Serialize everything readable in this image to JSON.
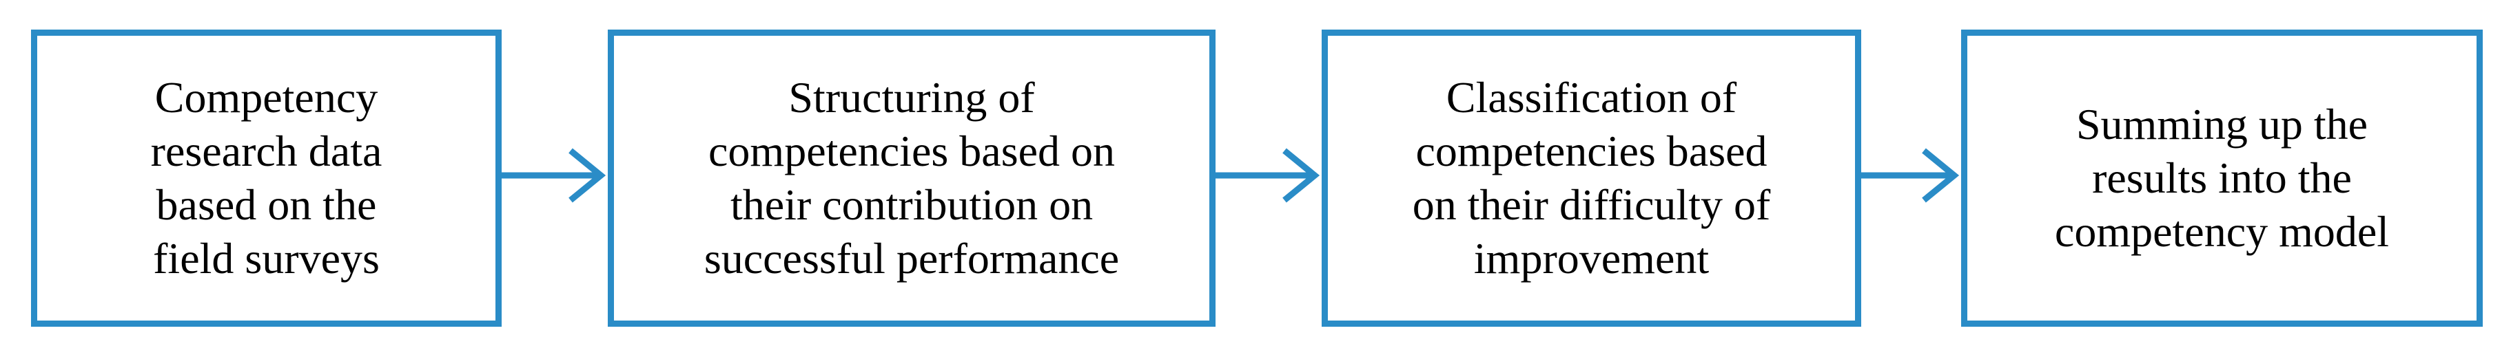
{
  "diagram": {
    "colors": {
      "border": "#2a8cc7",
      "arrow": "#2a8cc7",
      "text": "#000000",
      "background": "#ffffff"
    },
    "steps": [
      {
        "lines": [
          "Competency",
          "research data",
          "based on the",
          "field surveys"
        ]
      },
      {
        "lines": [
          "Structuring of",
          "competencies based on",
          "their contribution on",
          "successful performance"
        ]
      },
      {
        "lines": [
          "Classification of",
          "competencies based",
          "on their difficulty of",
          "improvement"
        ]
      },
      {
        "lines": [
          "Summing up the",
          "results into the",
          "competency model"
        ]
      }
    ],
    "arrow_icon": "right-arrow-icon"
  }
}
